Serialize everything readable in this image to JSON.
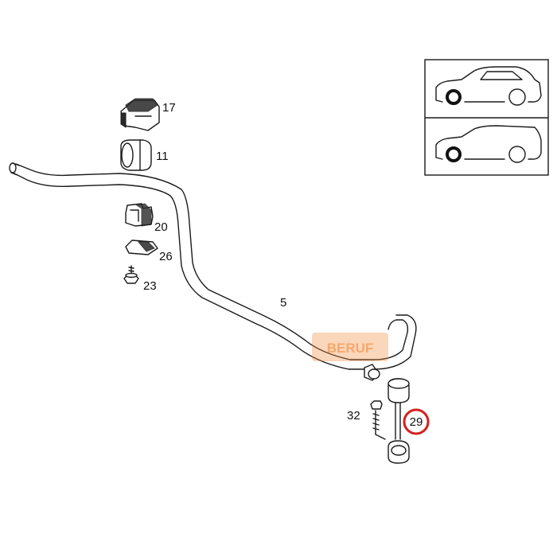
{
  "diagram": {
    "parts": [
      {
        "id": "17",
        "label": "17"
      },
      {
        "id": "11",
        "label": "11"
      },
      {
        "id": "20",
        "label": "20"
      },
      {
        "id": "26",
        "label": "26"
      },
      {
        "id": "23",
        "label": "23"
      },
      {
        "id": "5",
        "label": "5"
      },
      {
        "id": "32",
        "label": "32"
      },
      {
        "id": "29",
        "label": "29"
      }
    ],
    "watermark": "BERUF",
    "highlight": {
      "part": "29",
      "color": "#d42020"
    },
    "inset": {
      "vehicles": [
        "sedan-icon",
        "wagon-icon"
      ],
      "marker_position": "front-wheel"
    },
    "watermark_color": "#f08a3c"
  }
}
